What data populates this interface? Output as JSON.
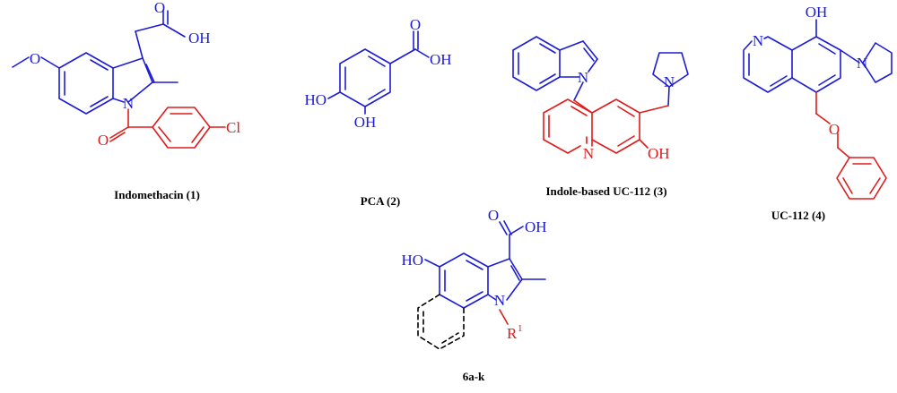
{
  "colors": {
    "scaffold": "#1c1cd6",
    "substituent": "#e01b1b",
    "caption": "#000000"
  },
  "structures": [
    {
      "caption": "Indomethacin (1)",
      "labels": {
        "oxygen_methoxy": "O",
        "carbonyl_acid": "O",
        "hydroxyl": "OH",
        "nitrogen": "N",
        "carbonyl_amide": "O",
        "chlorine": "Cl"
      }
    },
    {
      "caption": "PCA (2)",
      "labels": {
        "carbonyl": "O",
        "hydroxyl_acid": "OH",
        "hydroxyl_para": "HO",
        "hydroxyl_meta": "OH"
      }
    },
    {
      "caption": "Indole-based UC-112 (3)",
      "labels": {
        "indole_nitrogen": "N",
        "pyrrolidine_nitrogen": "N",
        "quinoline_nitrogen": "N",
        "hydroxyl": "OH"
      }
    },
    {
      "caption": "UC-112 (4)",
      "labels": {
        "hydroxyl": "OH",
        "quinoline_nitrogen": "N",
        "pyrrolidine_nitrogen": "N",
        "ether_oxygen": "O"
      }
    },
    {
      "caption": "6a-k",
      "labels": {
        "carbonyl": "O",
        "hydroxyl_acid": "OH",
        "hydroxyl": "HO",
        "nitrogen": "N",
        "r_group": "R",
        "r_superscript": "1"
      }
    }
  ]
}
